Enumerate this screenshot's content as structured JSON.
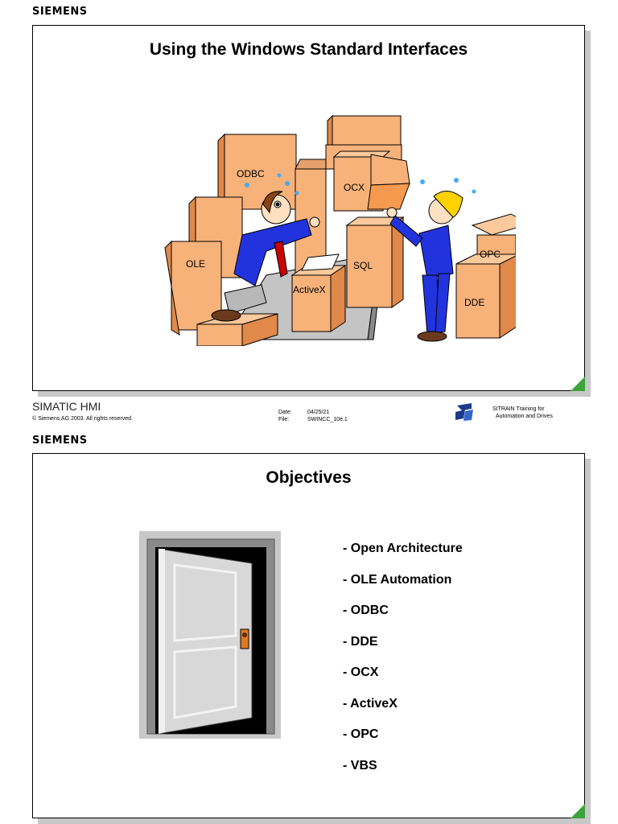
{
  "brand": "SIEMENS",
  "slide1": {
    "title": "Using the Windows Standard Interfaces",
    "box_labels": {
      "odbc": "ODBC",
      "ocx": "OCX",
      "ole": "OLE",
      "sql": "SQL",
      "activex": "ActiveX",
      "opc": "OPC",
      "dde": "DDE"
    }
  },
  "footer": {
    "product": "SIMATIC HMI",
    "copyright": "© Siemens AG 2003. All rights reserved.",
    "date_label": "Date:",
    "date_value": "04/25/21",
    "file_label": "File:",
    "file_value": "SWINCC_10e.1",
    "training_line1": "SITRAIN Training for",
    "training_line2": "Automation and Drives"
  },
  "slide2": {
    "title": "Objectives",
    "items": [
      "- Open Architecture",
      "- OLE Automation",
      "- ODBC",
      "- DDE",
      "- OCX",
      "- ActiveX",
      "- OPC",
      "- VBS"
    ]
  },
  "colors": {
    "box": "#f7b27a",
    "box_dark": "#e0894a",
    "corner": "#3aa33a",
    "shadow": "#c8c8c8"
  }
}
